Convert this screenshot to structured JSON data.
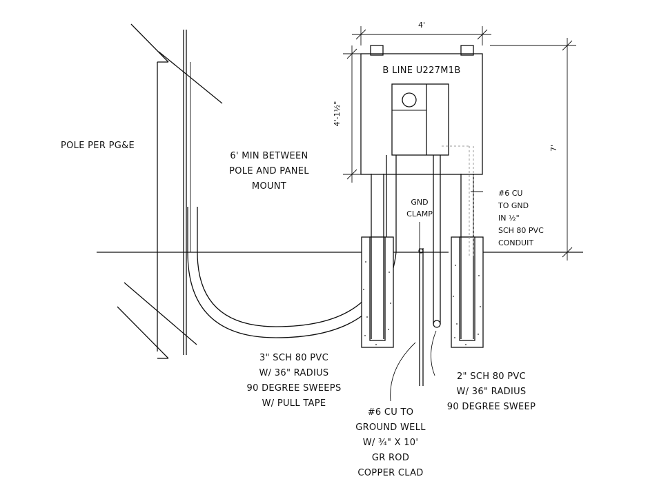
{
  "labels": {
    "pole": "POLE PER PG&E",
    "min_between": [
      "6' MIN BETWEEN",
      "POLE AND PANEL",
      "MOUNT"
    ],
    "panel_model": "B LINE U227M1B",
    "dim_width": "4'",
    "dim_panel_height": "4'-1½\"",
    "dim_total_height": "7'",
    "gnd_clamp": [
      "GND",
      "CLAMP"
    ],
    "ground_conduit": [
      "#6 CU",
      "TO GND",
      "IN ½\"",
      "SCH 80 PVC",
      "CONDUIT"
    ],
    "sweep_3in": [
      "3\" SCH 80 PVC",
      "W/  36\" RADIUS",
      "90 DEGREE SWEEPS",
      "W/  PULL TAPE"
    ],
    "sweep_2in": [
      "2\" SCH 80 PVC",
      "W/  36\" RADIUS",
      "90 DEGREE SWEEP"
    ],
    "ground_rod": [
      "#6 CU TO",
      "GROUND WELL",
      "W/  ¾\" X 10'",
      "GR ROD",
      "COPPER CLAD"
    ]
  }
}
